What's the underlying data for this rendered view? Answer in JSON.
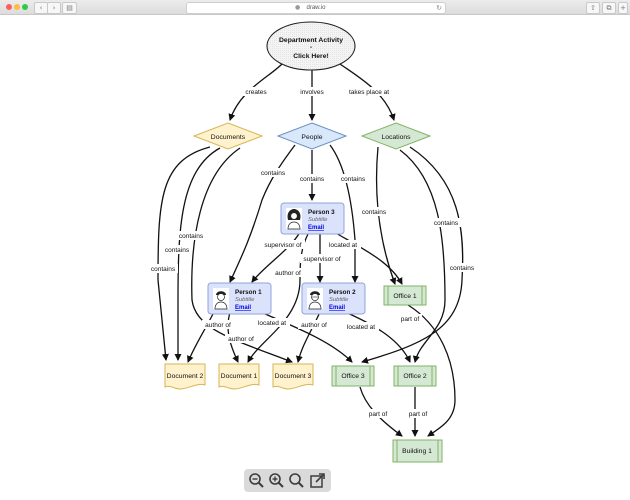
{
  "browser": {
    "url": "draw.io"
  },
  "diagram": {
    "title_line1": "Department Activity",
    "title_line2": "-",
    "title_line3": "Click Here!",
    "categories": {
      "documents": "Documents",
      "people": "People",
      "locations": "Locations"
    },
    "persons": [
      {
        "name": "Person 3",
        "subtitle": "Subtitle",
        "email": "Email"
      },
      {
        "name": "Person 1",
        "subtitle": "Subtitle",
        "email": "Email"
      },
      {
        "name": "Person 2",
        "subtitle": "Subtitle",
        "email": "Email"
      }
    ],
    "documents": [
      "Document 2",
      "Document 1",
      "Document 3"
    ],
    "offices": [
      "Office 1",
      "Office 3",
      "Office 2"
    ],
    "building": "Building 1",
    "edge_labels": {
      "creates": "creates",
      "involves": "involves",
      "takes_place_at": "takes place at",
      "contains": "contains",
      "supervisor_of": "supervisor of",
      "located_at": "located at",
      "author_of": "author of",
      "part_of": "part of"
    }
  },
  "colors": {
    "documents_fill": "#fff2cc",
    "documents_stroke": "#d6b656",
    "people_fill": "#dae8fc",
    "people_stroke": "#6c8ebf",
    "person_fill": "#dbe2fb",
    "person_stroke": "#8fa4d8",
    "location_fill": "#d5e8d4",
    "location_stroke": "#82b366",
    "ellipse_fill": "#f2f2f2",
    "link": "#0000ee"
  },
  "zoom_toolbar": {
    "icons": [
      "zoom-out-icon",
      "zoom-in-icon",
      "zoom-fit-icon",
      "open-external-icon"
    ]
  }
}
